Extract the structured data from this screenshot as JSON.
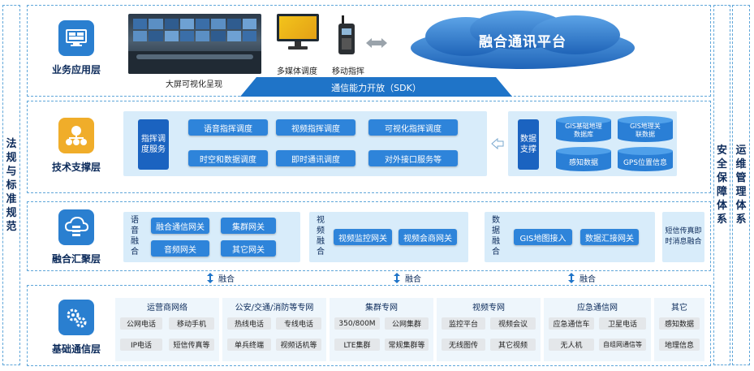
{
  "left_rail": {
    "label": "法规与标准规范"
  },
  "right_rails": [
    {
      "label": "安全保障体系"
    },
    {
      "label": "运维管理体系"
    }
  ],
  "layers": {
    "app": {
      "name": "业务应用层",
      "screen_caption": "大屏可视化呈现",
      "media_caption": "多媒体调度",
      "mobile_caption": "移动指挥",
      "cloud_label": "融合通讯平台",
      "sdk_label": "通信能力开放（SDK）"
    },
    "tech": {
      "name": "技术支撑层",
      "dispatch_label": "指挥调度服务",
      "services": [
        "语音指挥调度",
        "视频指挥调度",
        "可视化指挥调度",
        "时空和数据调度",
        "即时通讯调度",
        "对外接口服务等"
      ],
      "data_label": "数据支撑",
      "databases": [
        "GIS基础地理数据库",
        "GIS地理关联数据",
        "感知数据",
        "GPS位置信息"
      ]
    },
    "fusion": {
      "name": "融合汇聚层",
      "voice": {
        "label": "语音融合",
        "items": [
          "融合通信网关",
          "集群网关",
          "音频网关",
          "其它网关"
        ]
      },
      "video": {
        "label": "视频融合",
        "items": [
          "视频监控网关",
          "视频会商网关"
        ]
      },
      "data": {
        "label": "数据融合",
        "items": [
          "GIS地图接入",
          "数据汇接网关"
        ]
      },
      "sms": {
        "label": "短信传真即时消息融合"
      },
      "link_label": "融合"
    },
    "base": {
      "name": "基础通信层",
      "groups": [
        {
          "title": "运营商网络",
          "items": [
            "公网电话",
            "移动手机",
            "IP电话",
            "短信传真等"
          ]
        },
        {
          "title": "公安/交通/消防等专网",
          "items": [
            "热线电话",
            "专线电话",
            "单兵终端",
            "视频话机等"
          ]
        },
        {
          "title": "集群专网",
          "items": [
            "350/800M",
            "公网集群",
            "LTE集群",
            "常规集群等"
          ]
        },
        {
          "title": "视频专网",
          "items": [
            "监控平台",
            "视频会议",
            "无线图传",
            "其它视频"
          ]
        },
        {
          "title": "应急通信网",
          "items": [
            "应急通信车",
            "卫星电话",
            "无人机",
            "自组网通信等"
          ]
        },
        {
          "title": "其它",
          "items": [
            "感知数据",
            "地理信息"
          ]
        }
      ]
    }
  },
  "colors": {
    "accent": "#2f7fd6",
    "border": "#5fa6d9",
    "layer_bg": "#eaf4fb",
    "icon_bg": "#2a7fd0"
  }
}
